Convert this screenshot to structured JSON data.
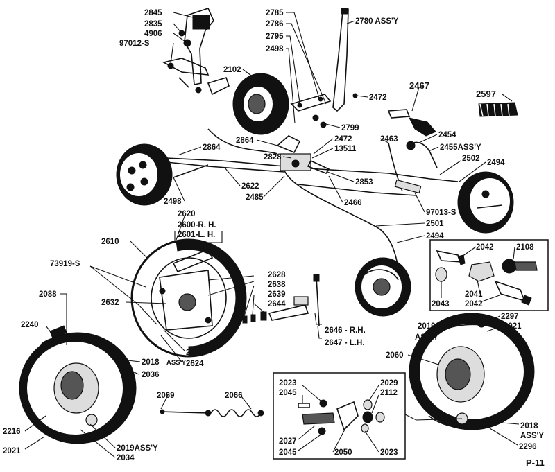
{
  "labels": {
    "l2845": "2845",
    "l2835": "2835",
    "l4906": "4906",
    "l97012s": "97012-S",
    "l2785": "2785",
    "l2786": "2786",
    "l2795": "2795",
    "l2498a": "2498",
    "l2780": "2780 ASS'Y",
    "l2102": "2102",
    "l2472a": "2472",
    "l2467": "2467",
    "l2597": "2597",
    "l2799": "2799",
    "l2864a": "2864",
    "l2864b": "2864",
    "l2828": "2828",
    "l2472b": "2472",
    "l13511": "13511",
    "l2463": "2463",
    "l2454": "2454",
    "l2455": "2455ASS'Y",
    "l2502": "2502",
    "l2494a": "2494",
    "l2853": "2853",
    "l2622": "2622",
    "l2485": "2485",
    "l2466": "2466",
    "l2498b": "2498",
    "l97013s": "97013-S",
    "l2501": "2501",
    "l2494b": "2494",
    "l2620": "2620",
    "l2600": "2600-R. H.",
    "l2601": "2601-L. H.",
    "l2610": "2610",
    "l73919s": "73919-S",
    "l2628": "2628",
    "l2638": "2638",
    "l2639": "2639",
    "l2644": "2644",
    "l2632": "2632",
    "l2088": "2088",
    "l2240": "2240",
    "l2636": "2636",
    "l2624": "2624",
    "l2018a": "2018",
    "l2018a_assy": "ASS'Y",
    "l2036": "2036",
    "l2646": "2646 - R.H.",
    "l2647": "2647 - L.H.",
    "l2042a": "2042",
    "l2108": "2108",
    "l2043": "2043",
    "l2041": "2041",
    "l2042b": "2042",
    "l2019a": "2019",
    "l2019a_assy": "ASS'Y",
    "l2297": "2297",
    "l2021a": "2021",
    "l2060": "2060",
    "l2069": "2069",
    "l2066": "2066",
    "l2023a": "2023",
    "l2045a": "2045",
    "l2029": "2029",
    "l2112": "2112",
    "l2216": "2216",
    "l2021b": "2021",
    "l2019b": "2019ASS'Y",
    "l2034": "2034",
    "l2027": "2027",
    "l2045b": "2045",
    "l2050": "2050",
    "l2023b": "2023",
    "l2018b": "2018",
    "l2018b_assy": "ASS'Y",
    "l2296": "2296"
  },
  "page_number": "P-11"
}
